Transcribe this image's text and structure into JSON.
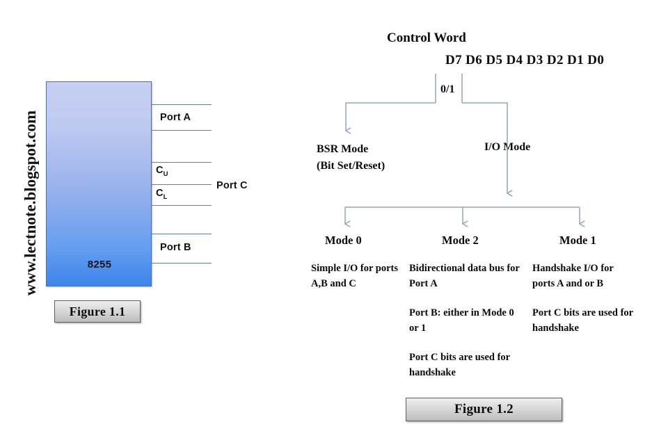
{
  "watermark": {
    "text": "www.lectnote.blogspot.com"
  },
  "figure_1_1": {
    "chip_label": "8255",
    "caption": "Figure 1.1",
    "ports": [
      {
        "id": "port-a",
        "label": "Port A"
      },
      {
        "id": "port-c-upper",
        "label": "C",
        "subscript": "U"
      },
      {
        "id": "port-c-lower",
        "label": "C",
        "subscript": "L"
      },
      {
        "id": "port-c",
        "label": "Port C"
      },
      {
        "id": "port-b",
        "label": "Port B"
      }
    ]
  },
  "figure_1_2": {
    "caption": "Figure 1.2",
    "title": "Control Word",
    "data_bits": "D7 D6 D5 D4 D3  D2  D1  D0",
    "selector_value": "0/1",
    "branches": [
      {
        "id": "bsr",
        "label_line_1": "BSR Mode",
        "label_line_2": "(Bit Set/Reset)"
      },
      {
        "id": "io",
        "label_line_1": "I/O Mode"
      }
    ],
    "modes": [
      {
        "id": "mode-0",
        "title": "Mode 0",
        "paragraphs": [
          "Simple I/O for ports A,B and C"
        ]
      },
      {
        "id": "mode-2",
        "title": "Mode 2",
        "paragraphs": [
          "Bidirectional data bus for Port A",
          "Port B: either in Mode  0 or 1",
          "Port C bits are used for handshake"
        ]
      },
      {
        "id": "mode-1",
        "title": "Mode 1",
        "paragraphs": [
          "Handshake I/O for ports A  and or B",
          "Port C bits are used for handshake"
        ]
      }
    ]
  },
  "colors": {
    "chip_top": "#c5cff2",
    "chip_bottom": "#3f86ea",
    "chip_border": "#4b6fa8",
    "bus_line": "#5b7fa8",
    "connector": "#8ba6c6",
    "caption_border": "#5d5d5d",
    "text": "#0b0b0b"
  }
}
